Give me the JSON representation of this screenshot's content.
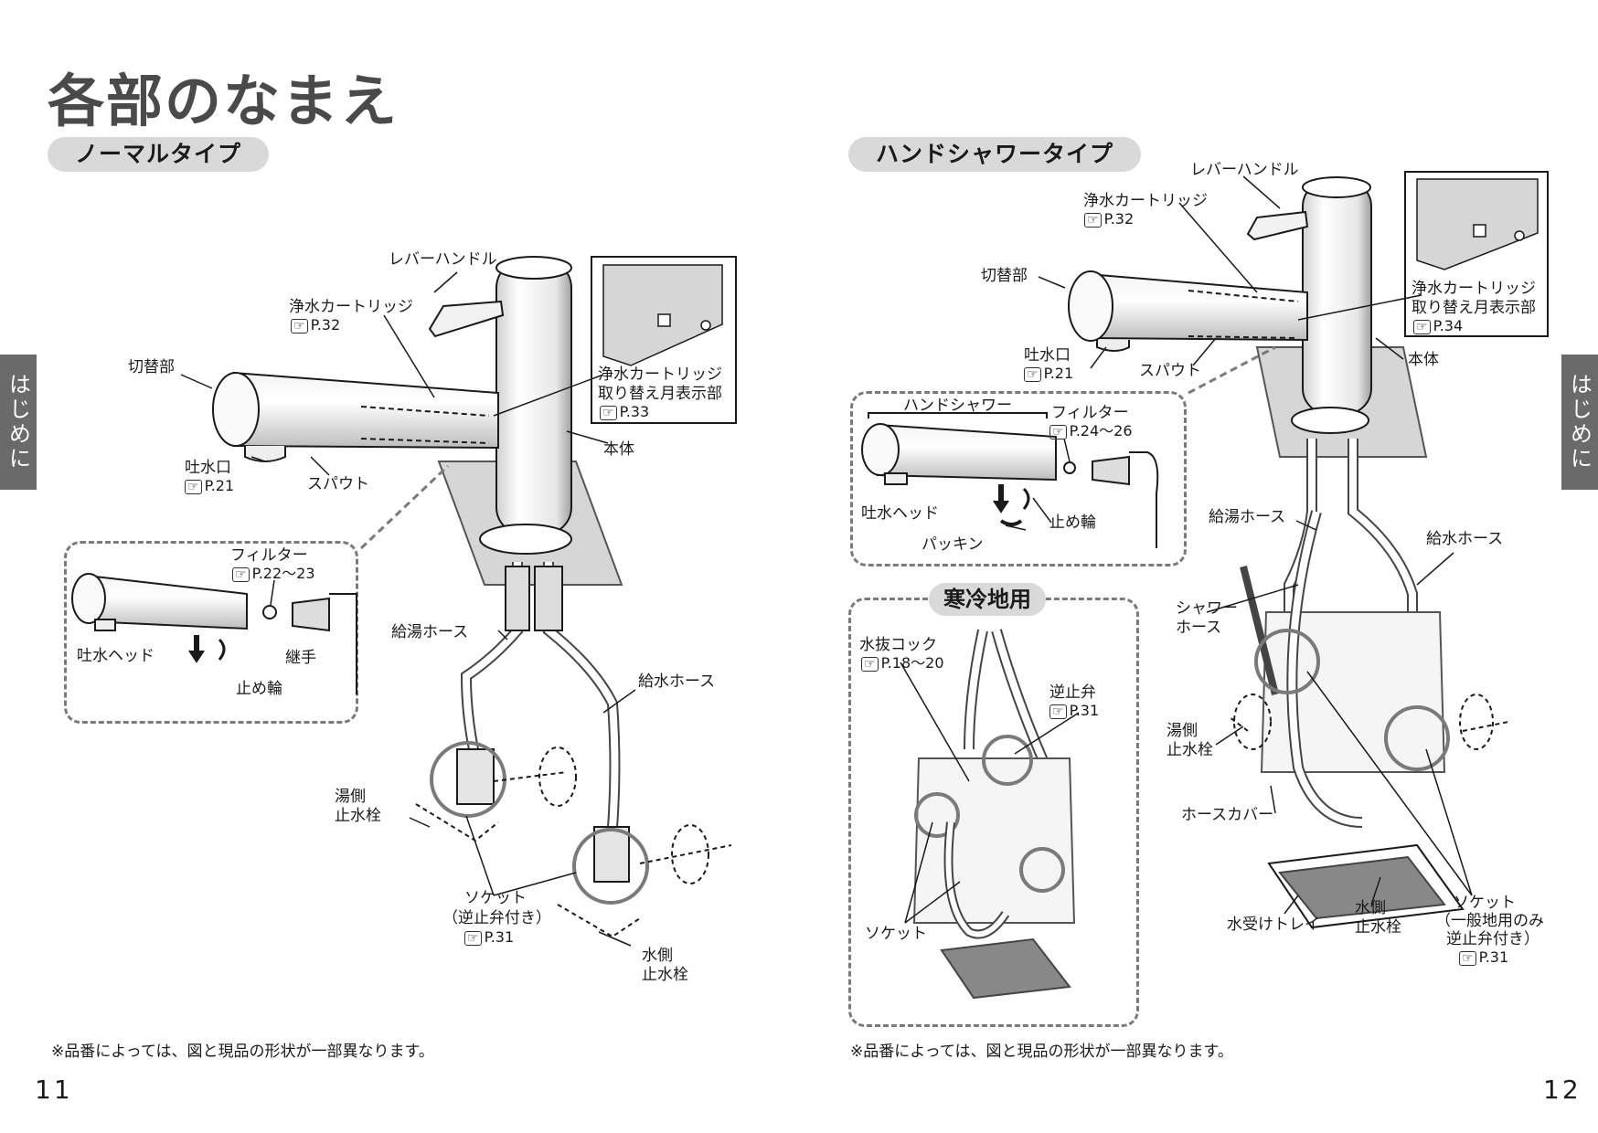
{
  "page": {
    "title": "各部のなまえ",
    "sidetab": "はじめに",
    "note": "※品番によっては、図と現品の形状が一部異なります。",
    "page_left": "11",
    "page_right": "12"
  },
  "normal": {
    "heading": "ノーマルタイプ",
    "lever": "レバーハンドル",
    "cartridge": "浄水カートリッジ",
    "cartridge_ref": "P.32",
    "switch": "切替部",
    "outlet": "吐水口",
    "outlet_ref": "P.21",
    "spout": "スパウト",
    "body": "本体",
    "indicator1": "浄水カートリッジ",
    "indicator2": "取り替え月表示部",
    "indicator_ref": "P.33",
    "filter": "フィルター",
    "filter_ref": "P.22～23",
    "head": "吐水ヘッド",
    "joint": "継手",
    "ring": "止め輪",
    "hot_hose": "給湯ホース",
    "cold_hose": "給水ホース",
    "hot_valve1": "湯側",
    "hot_valve2": "止水栓",
    "socket1": "ソケット",
    "socket2": "（逆止弁付き）",
    "socket_ref": "P.31",
    "cold_valve1": "水側",
    "cold_valve2": "止水栓"
  },
  "shower": {
    "heading": "ハンドシャワータイプ",
    "lever": "レバーハンドル",
    "cartridge": "浄水カートリッジ",
    "cartridge_ref": "P.32",
    "switch": "切替部",
    "outlet": "吐水口",
    "outlet_ref": "P.21",
    "spout": "スパウト",
    "body": "本体",
    "indicator1": "浄水カートリッジ",
    "indicator2": "取り替え月表示部",
    "indicator_ref": "P.34",
    "hand_shower": "ハンドシャワー",
    "filter": "フィルター",
    "filter_ref": "P.24～26",
    "head": "吐水ヘッド",
    "ring": "止め輪",
    "packing": "パッキン",
    "hot_hose": "給湯ホース",
    "cold_hose": "給水ホース",
    "shower_hose1": "シャワー",
    "shower_hose2": "ホース",
    "hot_valve1": "湯側",
    "hot_valve2": "止水栓",
    "hose_cover": "ホースカバー",
    "tray": "水受けトレイ",
    "cold_valve1": "水側",
    "cold_valve2": "止水栓",
    "socket1": "ソケット",
    "socket2": "（一般地用のみ",
    "socket3": "逆止弁付き）",
    "socket_ref": "P.31"
  },
  "cold_region": {
    "heading": "寒冷地用",
    "drain_cock": "水抜コック",
    "drain_ref": "P.18～20",
    "check_valve": "逆止弁",
    "check_ref": "P.31",
    "socket": "ソケット"
  },
  "icons": {
    "ref": "pointing-hand-icon"
  }
}
